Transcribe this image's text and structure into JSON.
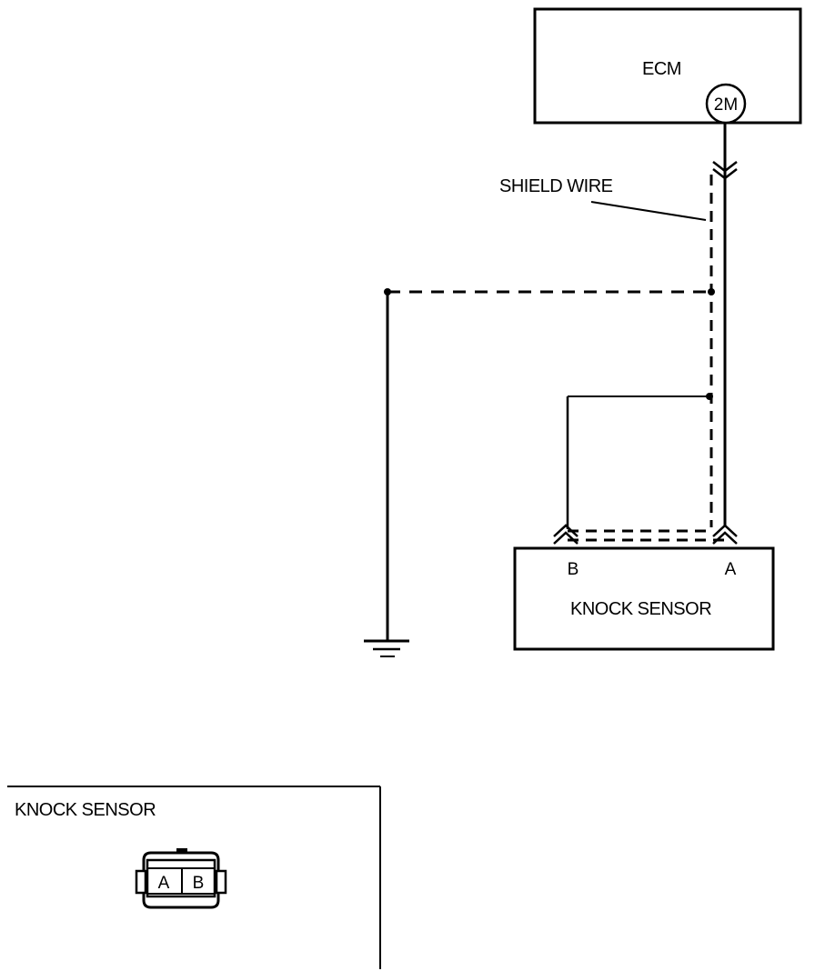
{
  "ecm": {
    "label": "ECM",
    "terminal": "2M"
  },
  "shield_wire": {
    "label": "SHIELD WIRE"
  },
  "knock_sensor": {
    "label": "KNOCK SENSOR",
    "pin_a": "A",
    "pin_b": "B"
  },
  "connector_view": {
    "title": "KNOCK SENSOR",
    "pin_a": "A",
    "pin_b": "B"
  },
  "colors": {
    "line": "#000000",
    "background": "#ffffff"
  }
}
